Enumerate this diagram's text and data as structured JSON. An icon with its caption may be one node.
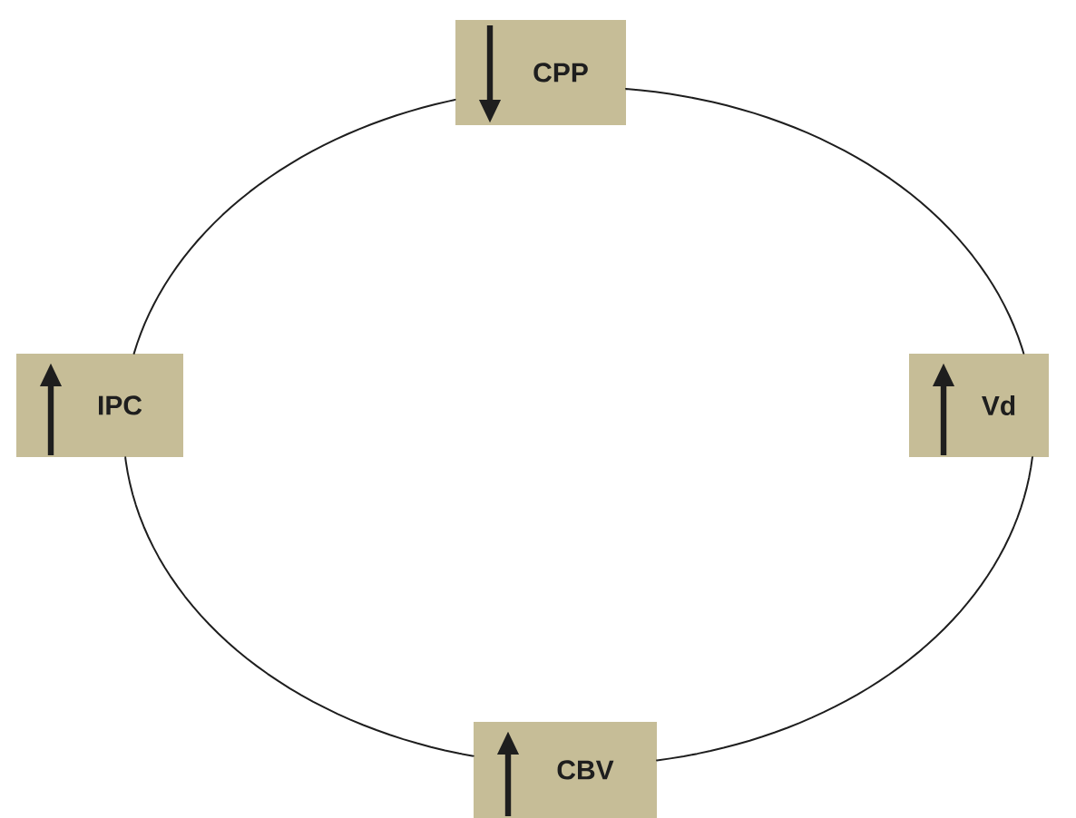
{
  "diagram": {
    "nodes": [
      {
        "text": [
          "CPP"
        ]
      },
      {
        "text": [
          "Vd"
        ]
      },
      {
        "text": [
          "CBV"
        ]
      },
      {
        "text": [
          "IPC"
        ]
      }
    ],
    "edges": [
      {
        "from": 0,
        "to": 1,
        "arrow": "none"
      },
      {
        "from": 1,
        "to": 2,
        "arrow": "none"
      },
      {
        "from": 2,
        "to": 3,
        "arrow": "none"
      },
      {
        "from": 3,
        "to": 0,
        "arrow": "none"
      }
    ]
  }
}
